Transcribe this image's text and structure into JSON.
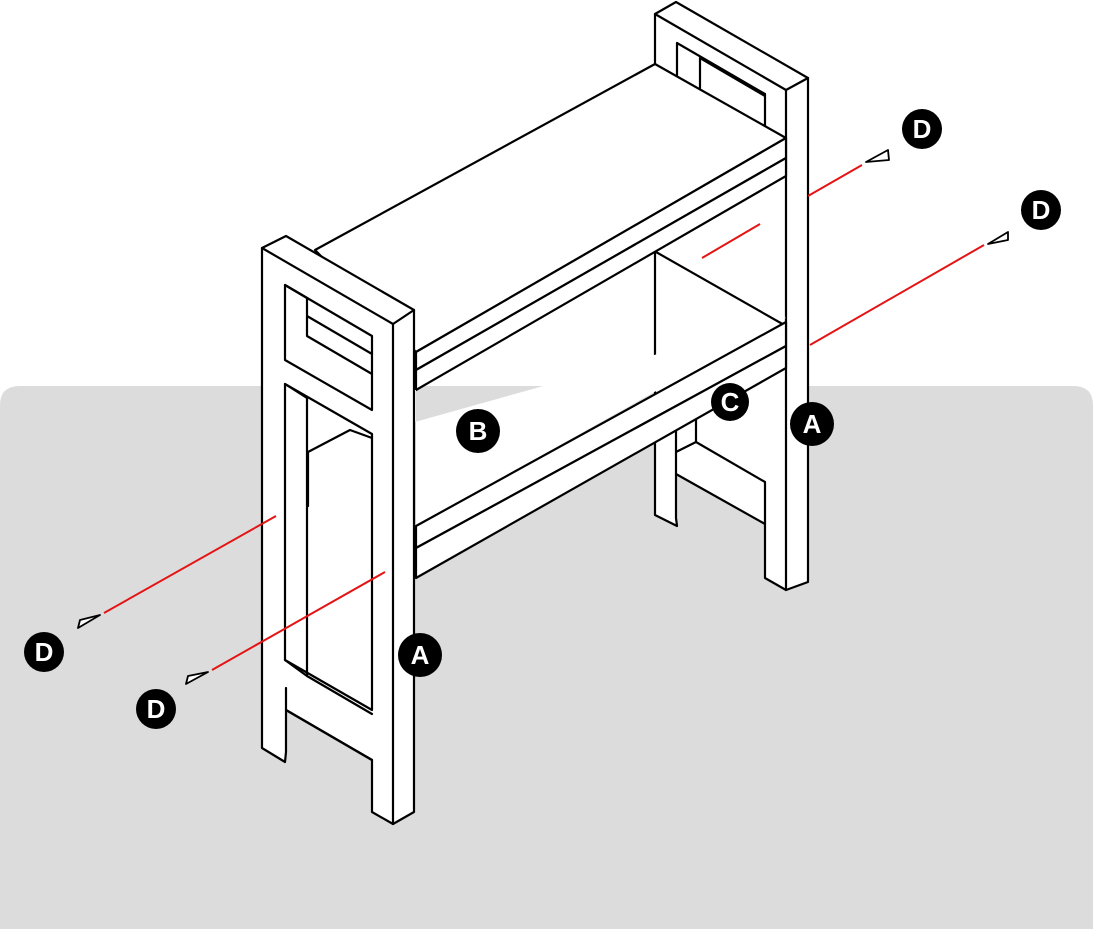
{
  "colors": {
    "floor": "#dcdcdc",
    "line": "#000000",
    "guide": "#e41414",
    "label_fill": "#000000",
    "label_text": "#ffffff"
  },
  "labels": {
    "a_upper": "A",
    "a_lower": "A",
    "b": "B",
    "c": "C",
    "d_top": "D",
    "d_right": "D",
    "d_left": "D",
    "d_bottom": "D"
  },
  "icons": {
    "screw": "screw-icon"
  }
}
